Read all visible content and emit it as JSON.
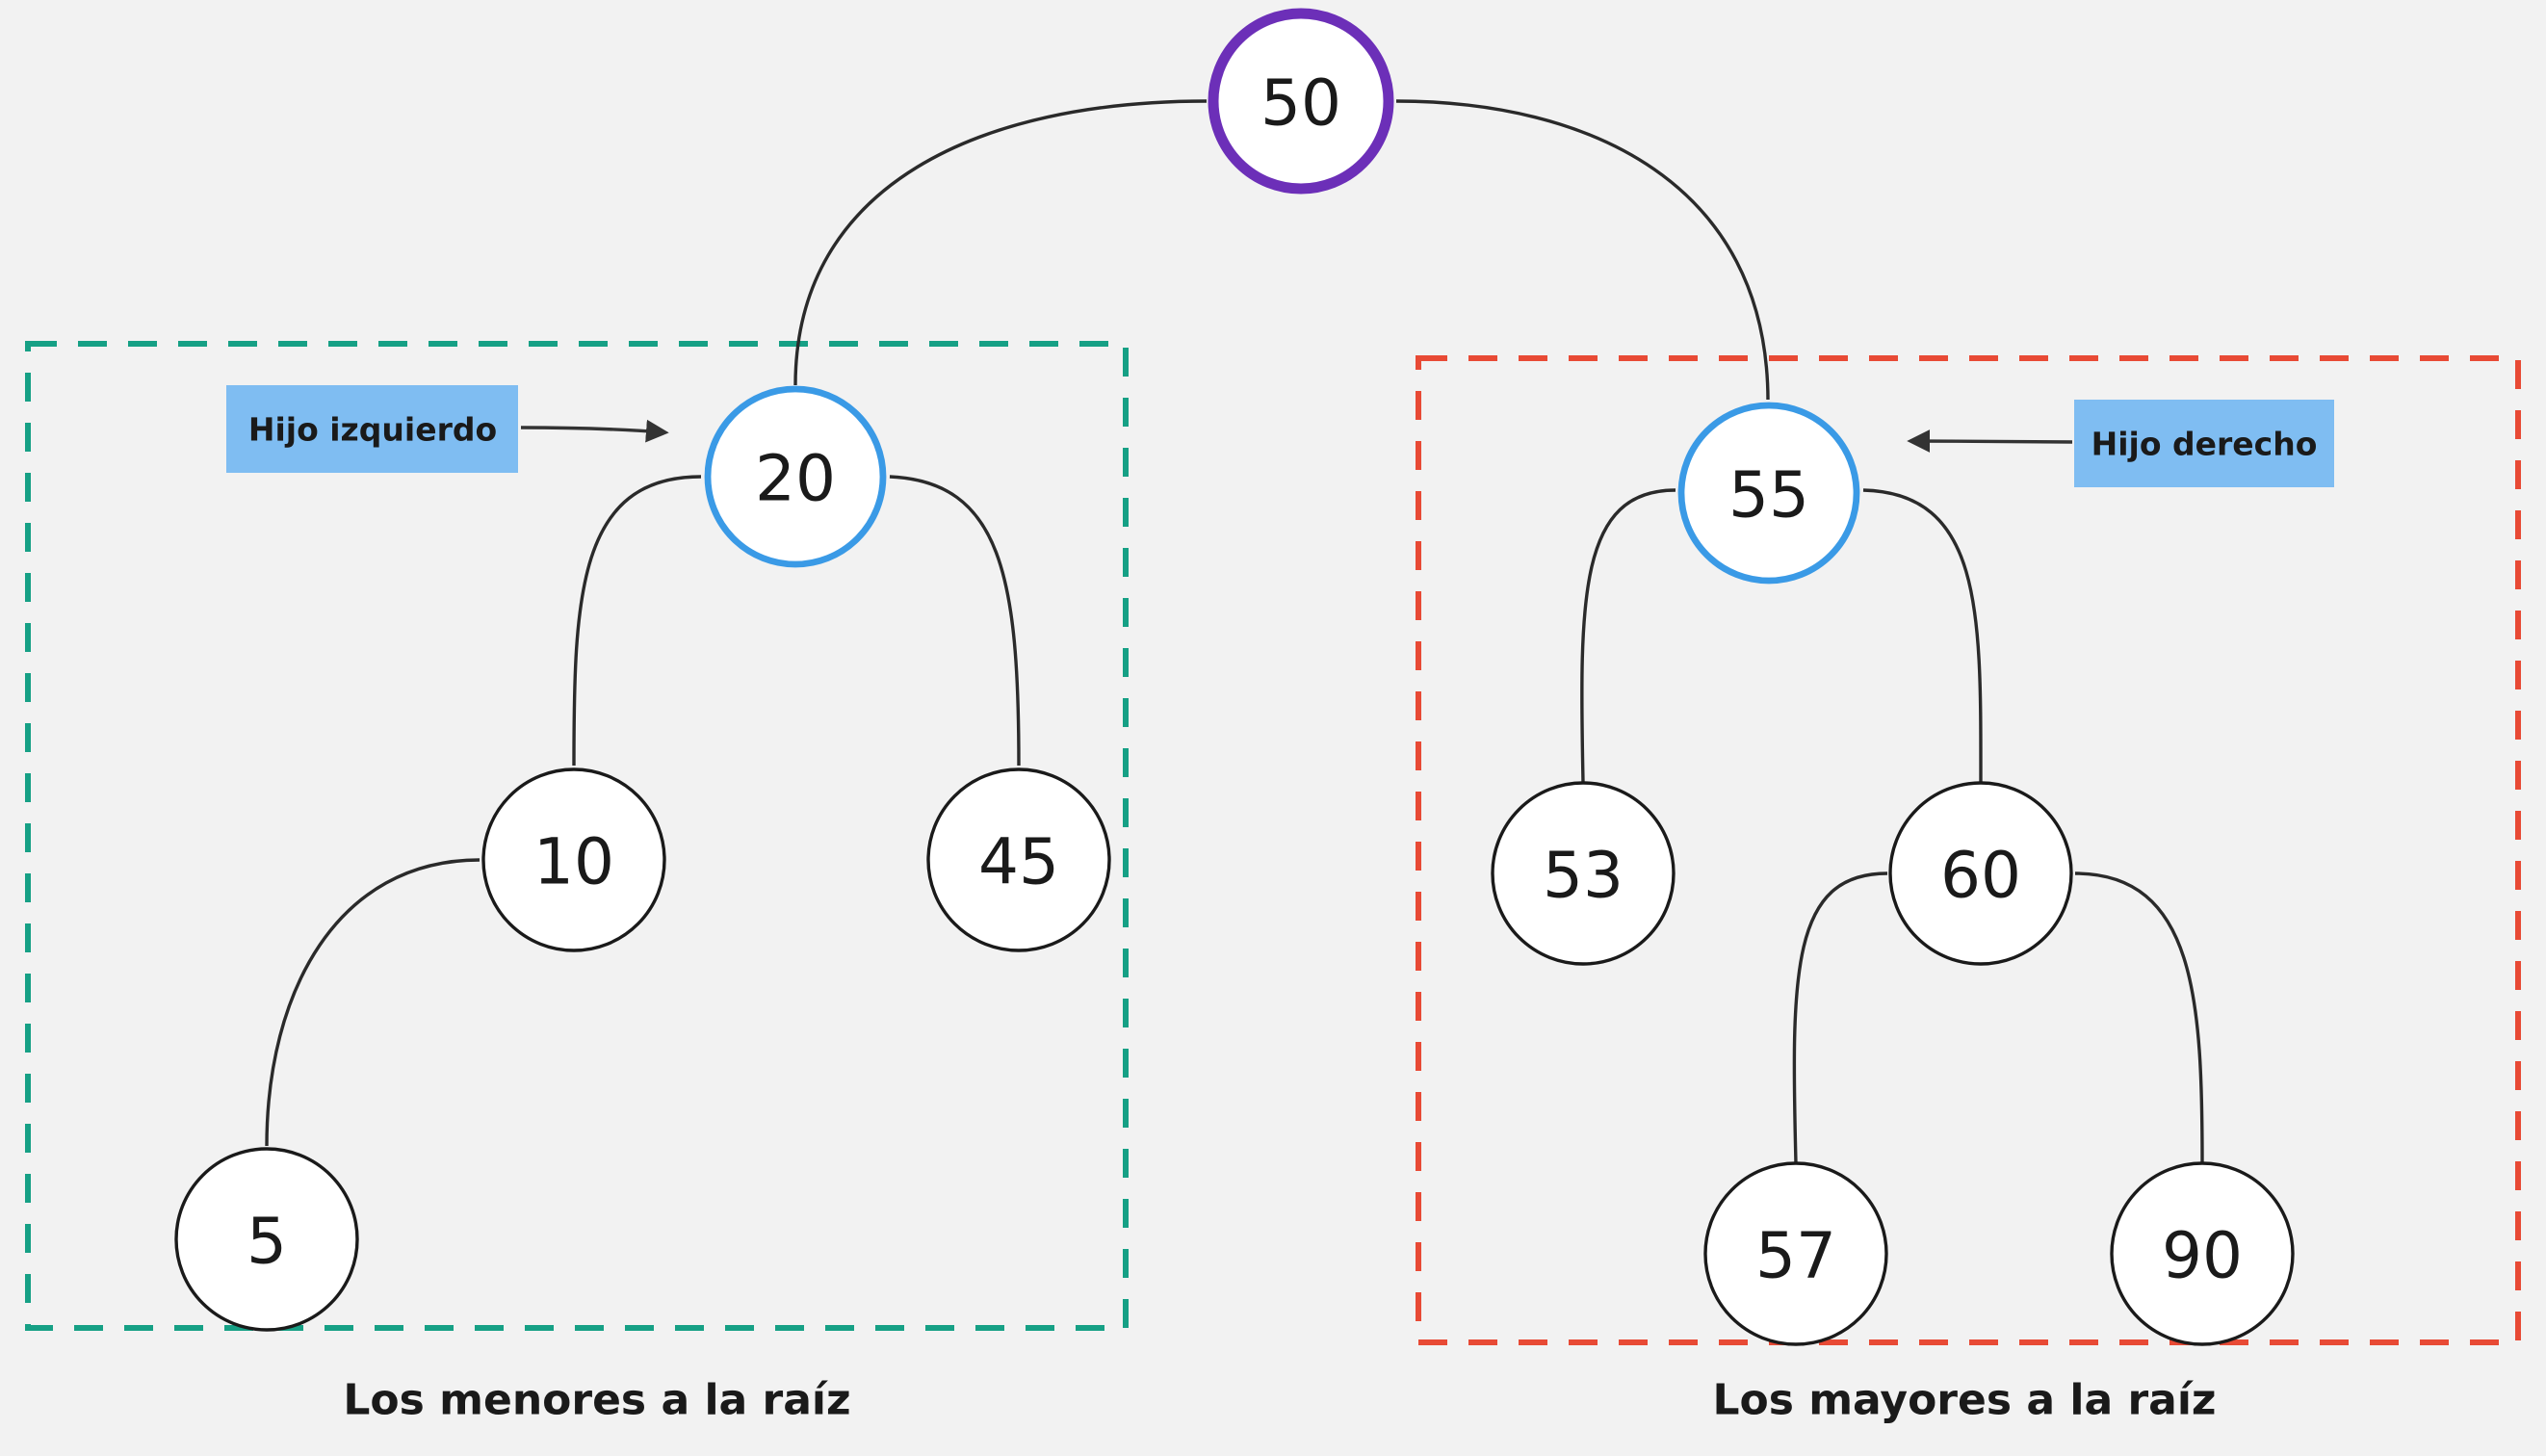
{
  "colors": {
    "background": "#f2f2f2",
    "root_ring": "#6c2fb8",
    "child_ring": "#3a9ae6",
    "left_region": "#16a085",
    "right_region": "#e84a35",
    "callout_fill": "#7fbdf2"
  },
  "tree": {
    "nodes": {
      "root": "50",
      "left_child": "20",
      "right_child": "55",
      "n10": "10",
      "n45": "45",
      "n5": "5",
      "n53": "53",
      "n60": "60",
      "n57": "57",
      "n90": "90"
    }
  },
  "callouts": {
    "left": "Hijo izquierdo",
    "right": "Hijo derecho"
  },
  "captions": {
    "left": "Los menores a la raíz",
    "right": "Los mayores a la raíz"
  }
}
